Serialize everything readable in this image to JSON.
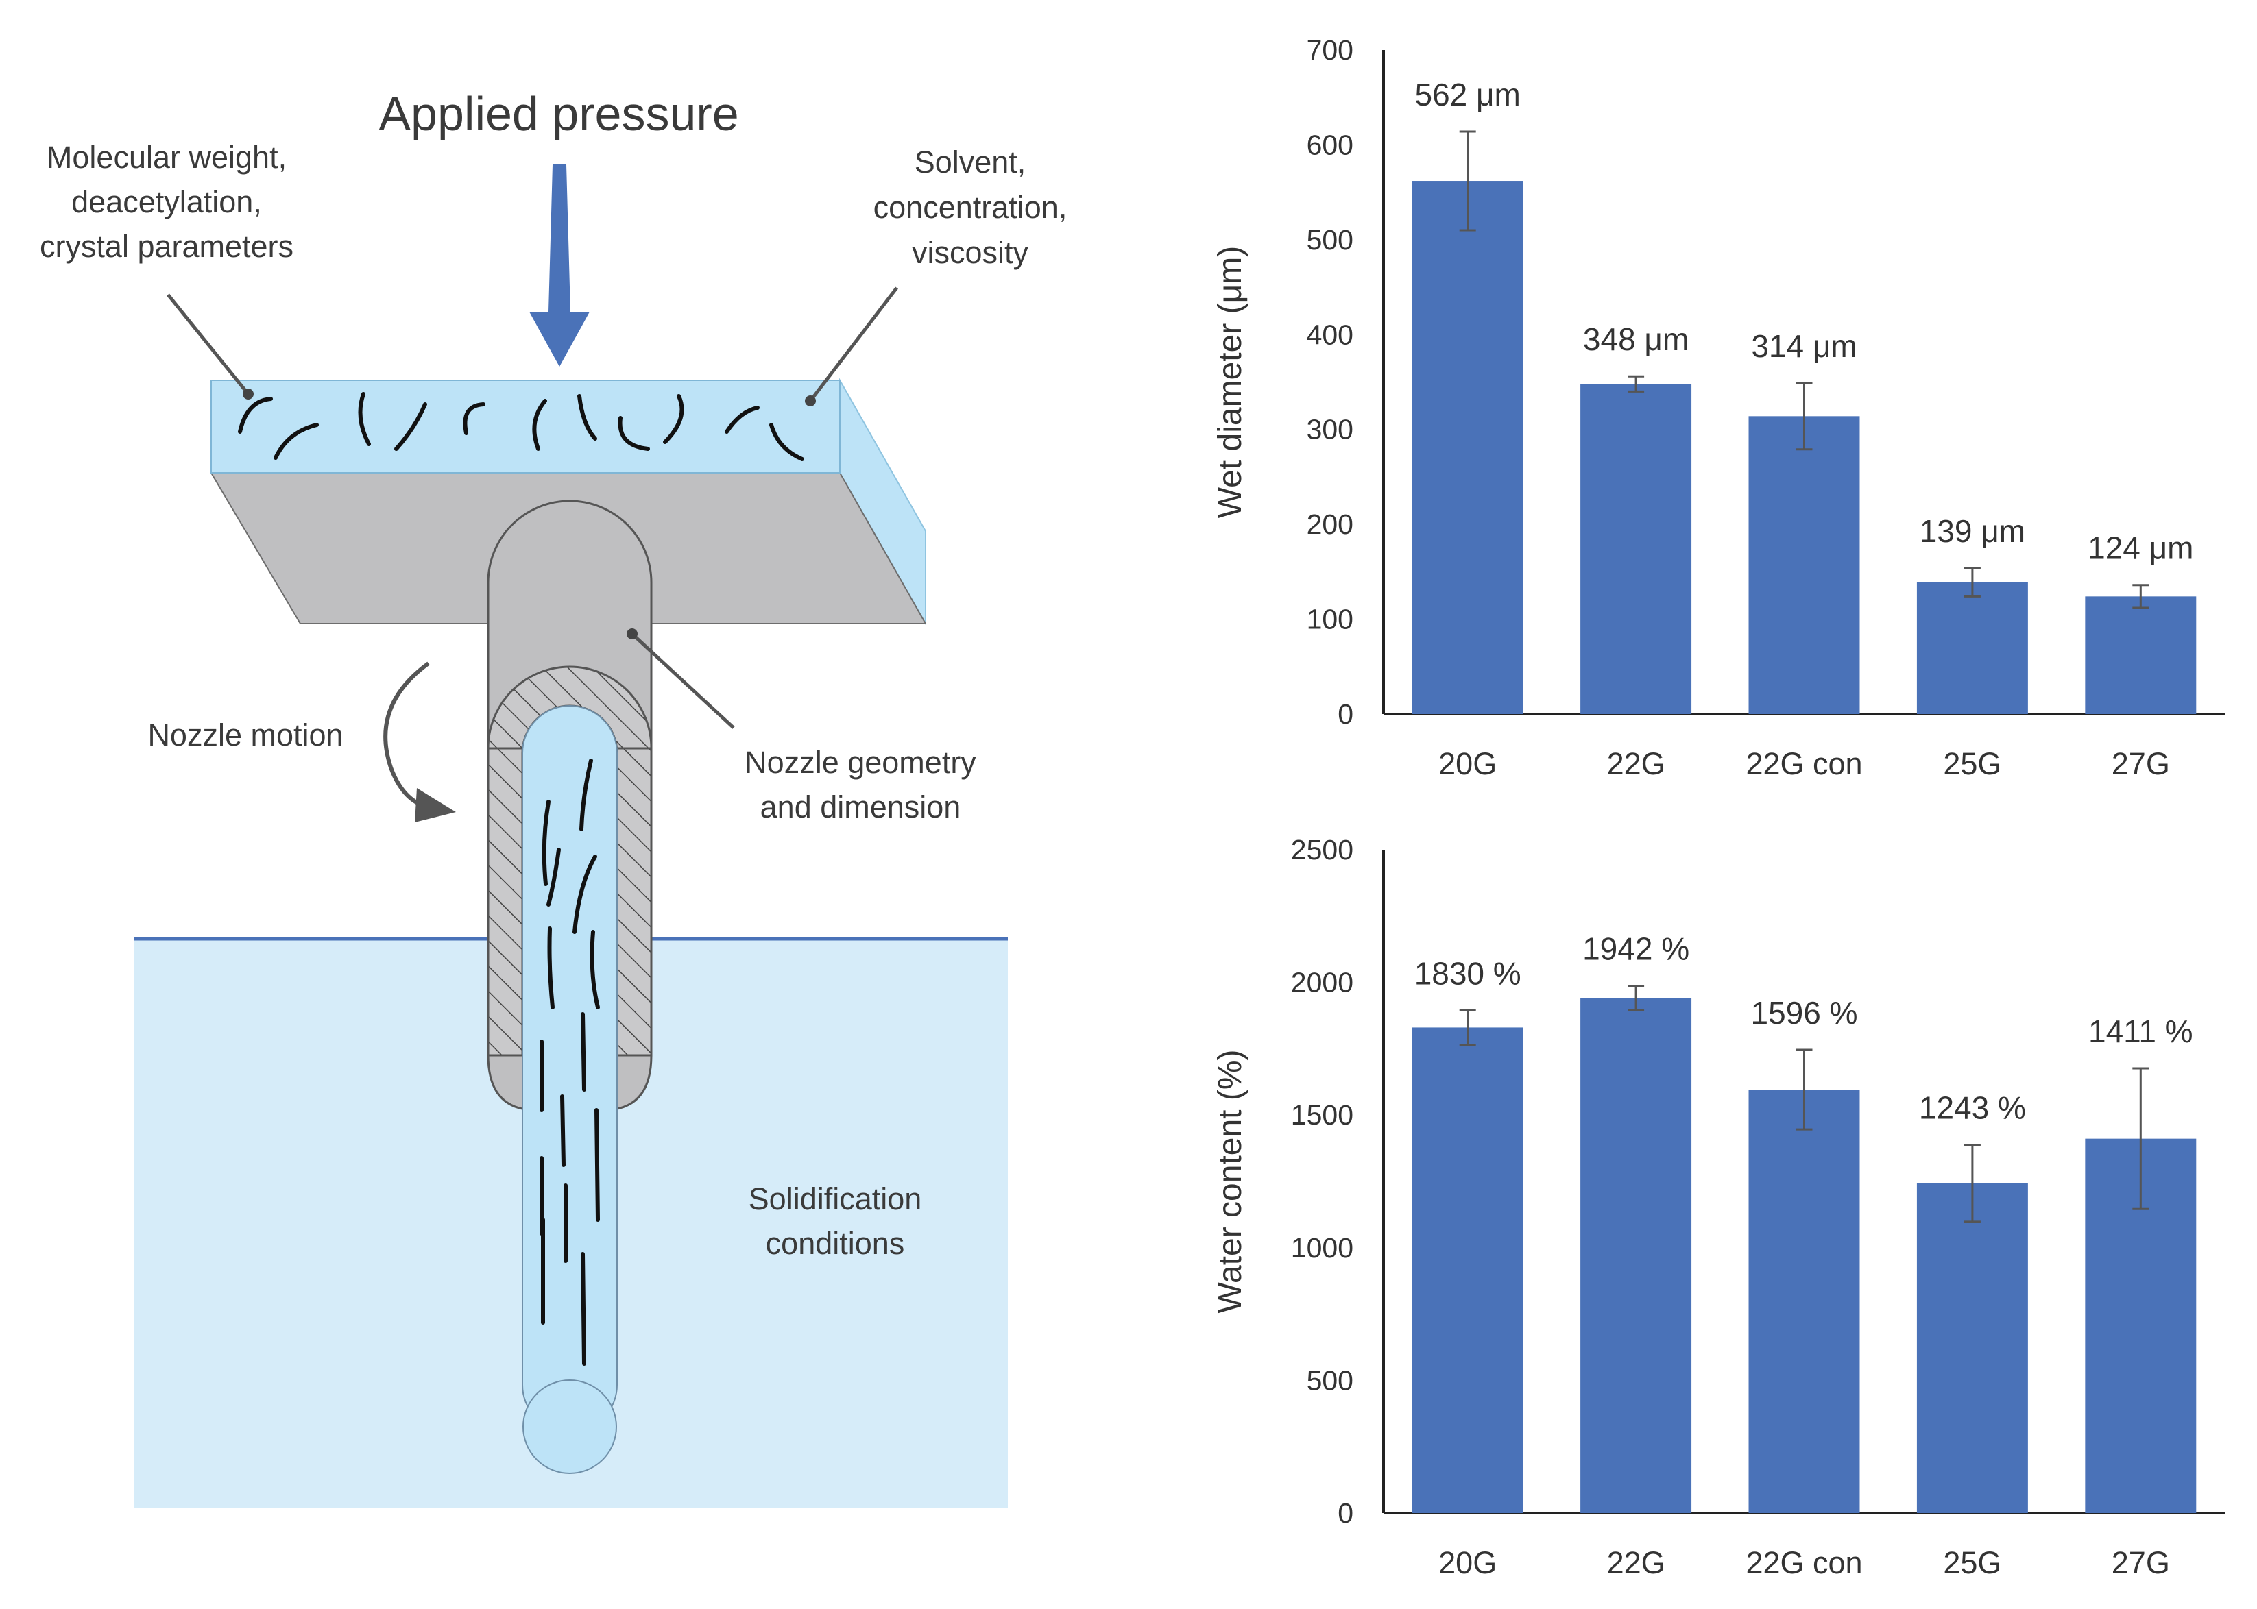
{
  "diagram": {
    "title": "Applied pressure",
    "labels": {
      "polymer": [
        "Molecular weight,",
        "deacetylation,",
        "crystal parameters"
      ],
      "solvent": [
        "Solvent,",
        "concentration,",
        "viscosity"
      ],
      "nozzle_motion": "Nozzle motion",
      "nozzle_geometry": [
        "Nozzle geometry",
        "and dimension"
      ],
      "solidification": [
        "Solidification",
        "conditions"
      ]
    },
    "colors": {
      "solution": "#bde3f7",
      "bath": "#d6ecf9",
      "metal": "#bfbfc1",
      "arrow": "#4a72b8"
    }
  },
  "chart_data": [
    {
      "type": "bar",
      "categories": [
        "20G",
        "22G",
        "22G con",
        "25G",
        "27G"
      ],
      "values": [
        562,
        348,
        314,
        139,
        124
      ],
      "errors": [
        52,
        8,
        35,
        15,
        12
      ],
      "data_labels": [
        "562 μm",
        "348 μm",
        "314 μm",
        "139 μm",
        "124 μm"
      ],
      "ylabel": "Wet diameter (μm)",
      "xlabel": "",
      "ylim": [
        0,
        700
      ],
      "yticks": [
        0,
        100,
        200,
        300,
        400,
        500,
        600,
        700
      ],
      "grid": false,
      "color": "#4a72b8"
    },
    {
      "type": "bar",
      "categories": [
        "20G",
        "22G",
        "22G con",
        "25G",
        "27G"
      ],
      "values": [
        1830,
        1942,
        1596,
        1243,
        1411
      ],
      "errors": [
        65,
        45,
        150,
        145,
        265
      ],
      "data_labels": [
        "1830 %",
        "1942 %",
        "1596 %",
        "1243 %",
        "1411 %"
      ],
      "ylabel": "Water content (%)",
      "xlabel": "",
      "ylim": [
        0,
        2500
      ],
      "yticks": [
        0,
        500,
        1000,
        1500,
        2000,
        2500
      ],
      "grid": false,
      "color": "#4a72b8"
    }
  ]
}
